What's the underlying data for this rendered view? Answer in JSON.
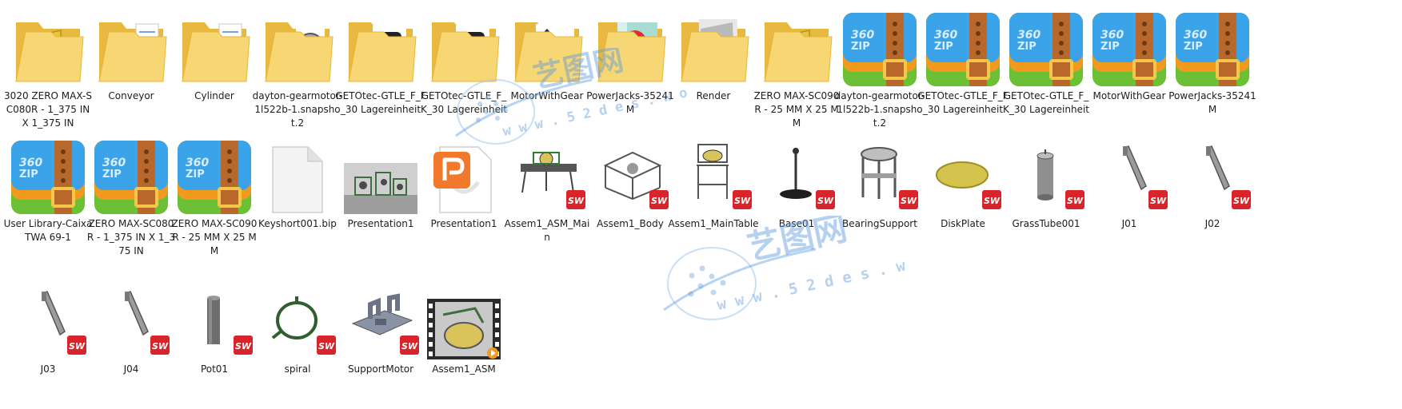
{
  "watermark": {
    "brand": "艺图网",
    "url": "w w w . 5 2 d e s . w o r k"
  },
  "colors": {
    "folder": "#F7D774",
    "zip_blue": "#3BA4E8",
    "zip_orange": "#F39A1E",
    "zip_green": "#6CC036",
    "strap": "#B8682A",
    "sw_red": "#D8252B"
  },
  "items": [
    {
      "label": "3020 ZERO MAX-SC080R - 1_375 IN X 1_375 IN",
      "type": "folder",
      "name": "folder-3020-zero-max-sc080r",
      "preview": "yellow-part"
    },
    {
      "label": "Conveyor",
      "type": "folder",
      "name": "folder-conveyor",
      "preview": "doc"
    },
    {
      "label": "Cylinder",
      "type": "folder",
      "name": "folder-cylinder",
      "preview": "doc"
    },
    {
      "label": "dayton-gearmotor-1l522b-1.snapshot.2",
      "type": "folder",
      "name": "folder-dayton-gearmotor",
      "preview": "gear"
    },
    {
      "label": "GETOtec-GTLE_F_F_30 Lagereinheit",
      "type": "folder",
      "name": "folder-getotec-gtle-f-f-30",
      "preview": "black-block"
    },
    {
      "label": "GETOtec-GTLE_F_K_30 Lagereinheit",
      "type": "folder",
      "name": "folder-getotec-gtle-f-k-30",
      "preview": "black-block"
    },
    {
      "label": "MotorWithGear",
      "type": "folder",
      "name": "folder-motorwithgear",
      "preview": "motor"
    },
    {
      "label": "PowerJacks-35241M",
      "type": "folder",
      "name": "folder-powerjacks-35241m",
      "preview": "red"
    },
    {
      "label": "Render",
      "type": "folder",
      "name": "folder-render",
      "preview": "machine"
    },
    {
      "label": "ZERO MAX-SC090R - 25 MM X 25 MM",
      "type": "folder",
      "name": "folder-zero-max-sc090r",
      "preview": "yellow-part"
    },
    {
      "label": "dayton-gearmotor-1l522b-1.snapshot.2",
      "type": "zip",
      "name": "zip-dayton-gearmotor"
    },
    {
      "label": "GETOtec-GTLE_F_F_30 Lagereinheit",
      "type": "zip",
      "name": "zip-getotec-gtle-f-f-30"
    },
    {
      "label": "GETOtec-GTLE_F_K_30 Lagereinheit",
      "type": "zip",
      "name": "zip-getotec-gtle-f-k-30"
    },
    {
      "label": "MotorWithGear",
      "type": "zip",
      "name": "zip-motorwithgear"
    },
    {
      "label": "PowerJacks-35241M",
      "type": "zip",
      "name": "zip-powerjacks-35241m"
    },
    {
      "label": "User Library-Caixa TWA 69-1",
      "type": "zip",
      "name": "zip-user-library-caixa"
    },
    {
      "label": "ZERO MAX-SC080R - 1_375 IN X 1_375 IN",
      "type": "zip",
      "name": "zip-zero-max-sc080r"
    },
    {
      "label": "ZERO MAX-SC090R - 25 MM X 25 MM",
      "type": "zip",
      "name": "zip-zero-max-sc090r"
    },
    {
      "label": "Keyshort001.bip",
      "type": "blank",
      "name": "file-keyshort001"
    },
    {
      "label": "Presentation1",
      "type": "image",
      "name": "file-presentation1-image"
    },
    {
      "label": "Presentation1",
      "type": "ppt",
      "name": "file-presentation1-ppt"
    },
    {
      "label": "Assem1_ASM_Main",
      "type": "sw",
      "name": "file-assem1-asm-main",
      "model": "conveyor"
    },
    {
      "label": "Assem1_Body",
      "type": "sw",
      "name": "file-assem1-body",
      "model": "frame"
    },
    {
      "label": "Assem1_MainTable",
      "type": "sw",
      "name": "file-assem1-maintable",
      "model": "table"
    },
    {
      "label": "Base01",
      "type": "sw",
      "name": "file-base01",
      "model": "base"
    },
    {
      "label": "BearingSupport",
      "type": "sw",
      "name": "file-bearingsupport",
      "model": "bearing"
    },
    {
      "label": "DiskPlate",
      "type": "sw",
      "name": "file-diskplate",
      "model": "disk"
    },
    {
      "label": "GrassTube001",
      "type": "sw",
      "name": "file-grasstube001",
      "model": "tube"
    },
    {
      "label": "J01",
      "type": "sw",
      "name": "file-j01",
      "model": "bracket"
    },
    {
      "label": "J02",
      "type": "sw",
      "name": "file-j02",
      "model": "bracket"
    },
    {
      "label": "J03",
      "type": "sw",
      "name": "file-j03",
      "model": "bracket"
    },
    {
      "label": "J04",
      "type": "sw",
      "name": "file-j04",
      "model": "bracket"
    },
    {
      "label": "Pot01",
      "type": "sw",
      "name": "file-pot01",
      "model": "pot"
    },
    {
      "label": "spiral",
      "type": "sw",
      "name": "file-spiral",
      "model": "spiral"
    },
    {
      "label": "SupportMotor",
      "type": "sw",
      "name": "file-supportmotor",
      "model": "plate"
    },
    {
      "label": "Assem1_ASM",
      "type": "video",
      "name": "file-assem1-asm-video"
    }
  ]
}
